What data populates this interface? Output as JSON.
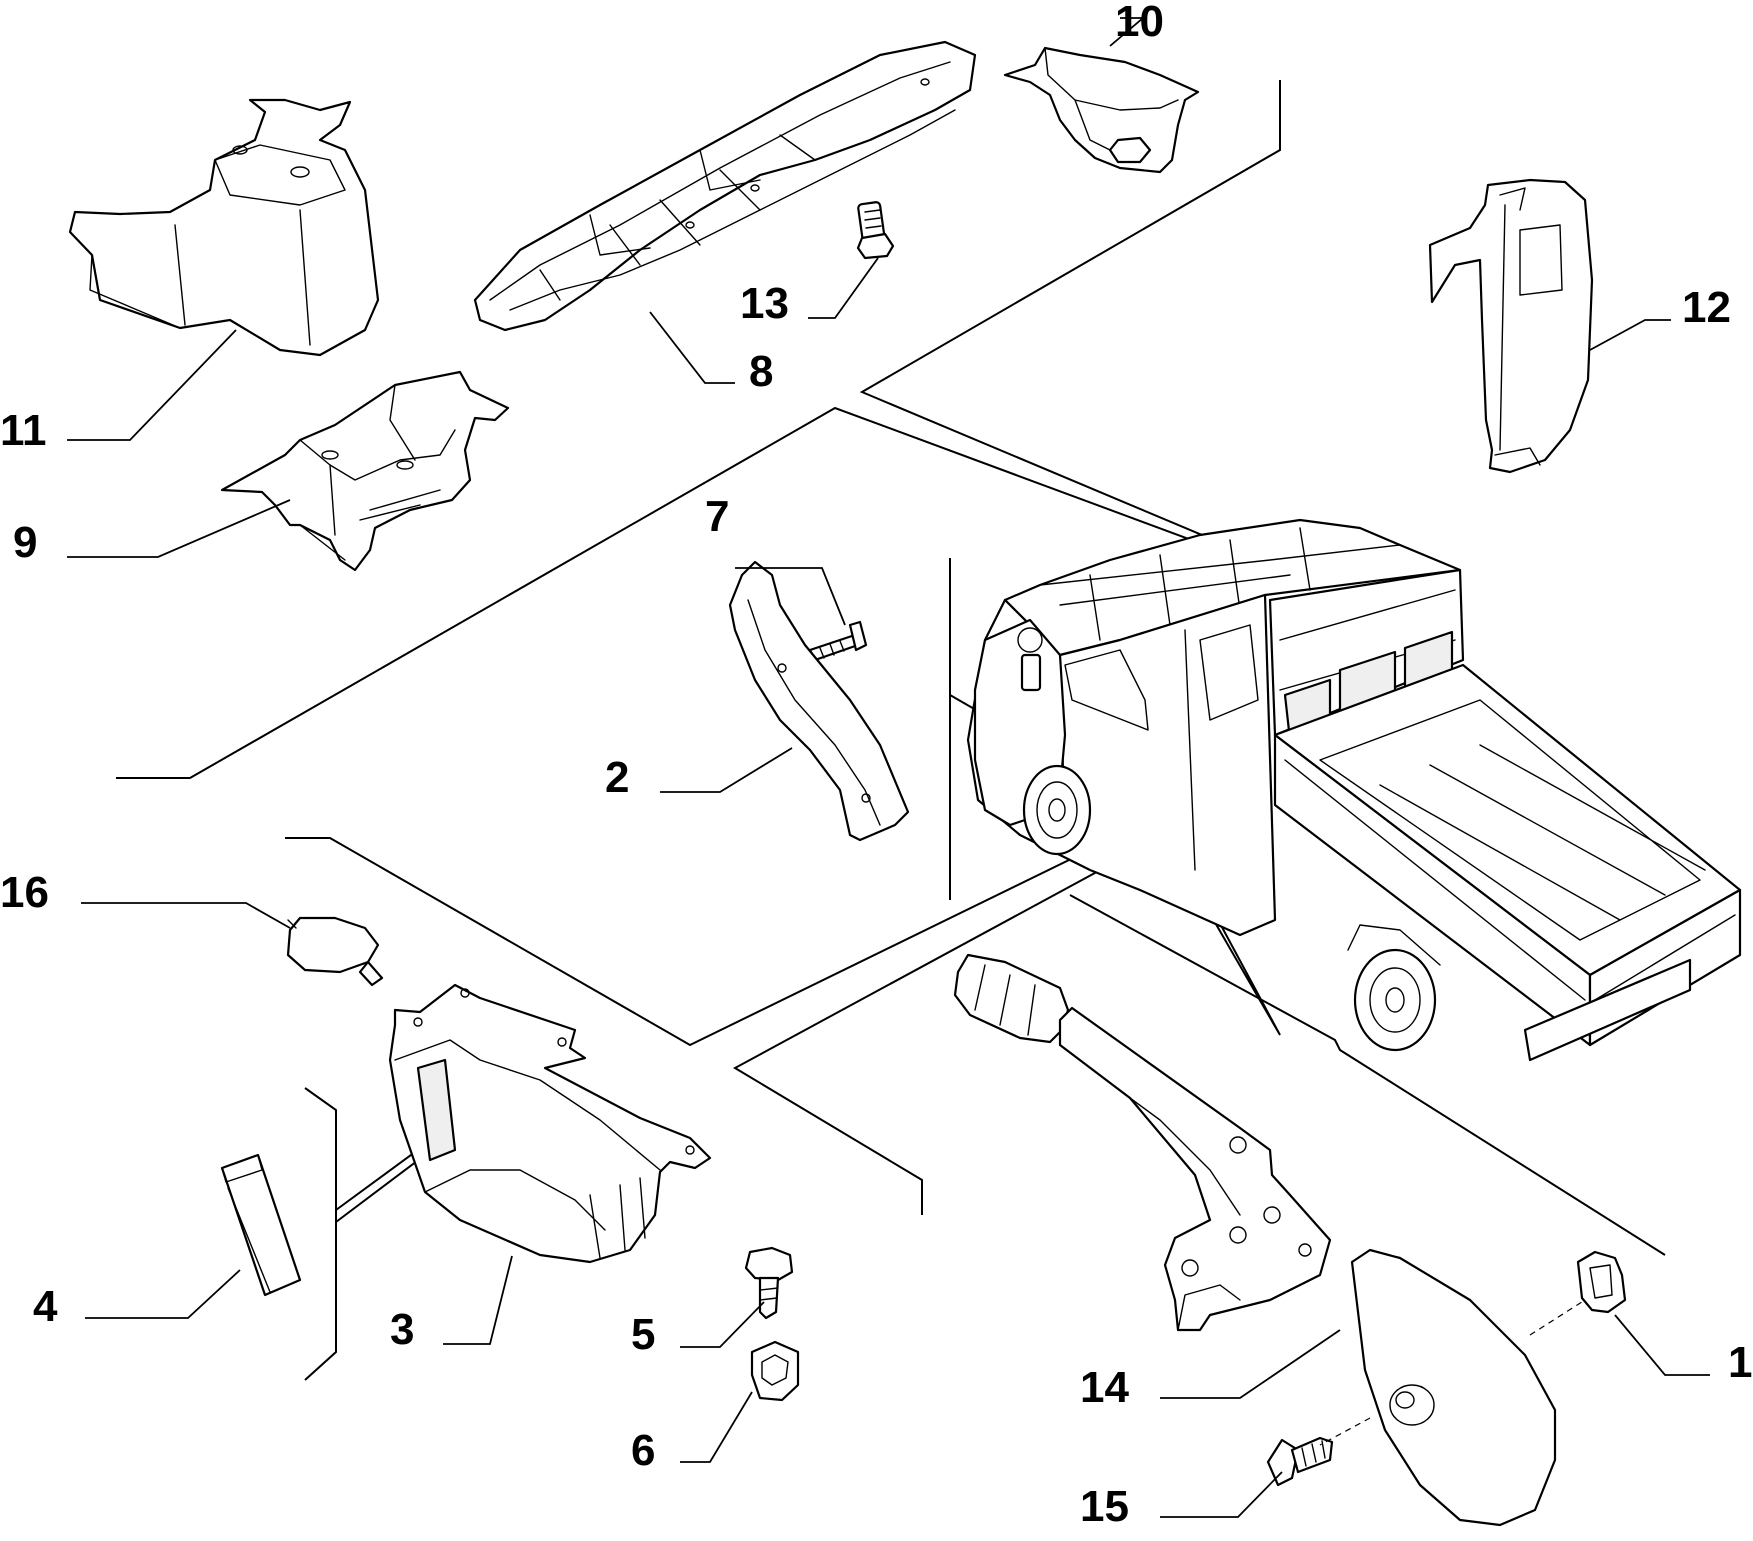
{
  "callouts": {
    "c1": "1",
    "c2": "2",
    "c3": "3",
    "c4": "4",
    "c5": "5",
    "c6": "6",
    "c7": "7",
    "c8": "8",
    "c9": "9",
    "c10": "10",
    "c11": "11",
    "c12": "12",
    "c13": "13",
    "c14": "14",
    "c15": "15",
    "c16": "16"
  },
  "colors": {
    "line": "#000000",
    "background": "#ffffff",
    "shade": "#efefef"
  }
}
